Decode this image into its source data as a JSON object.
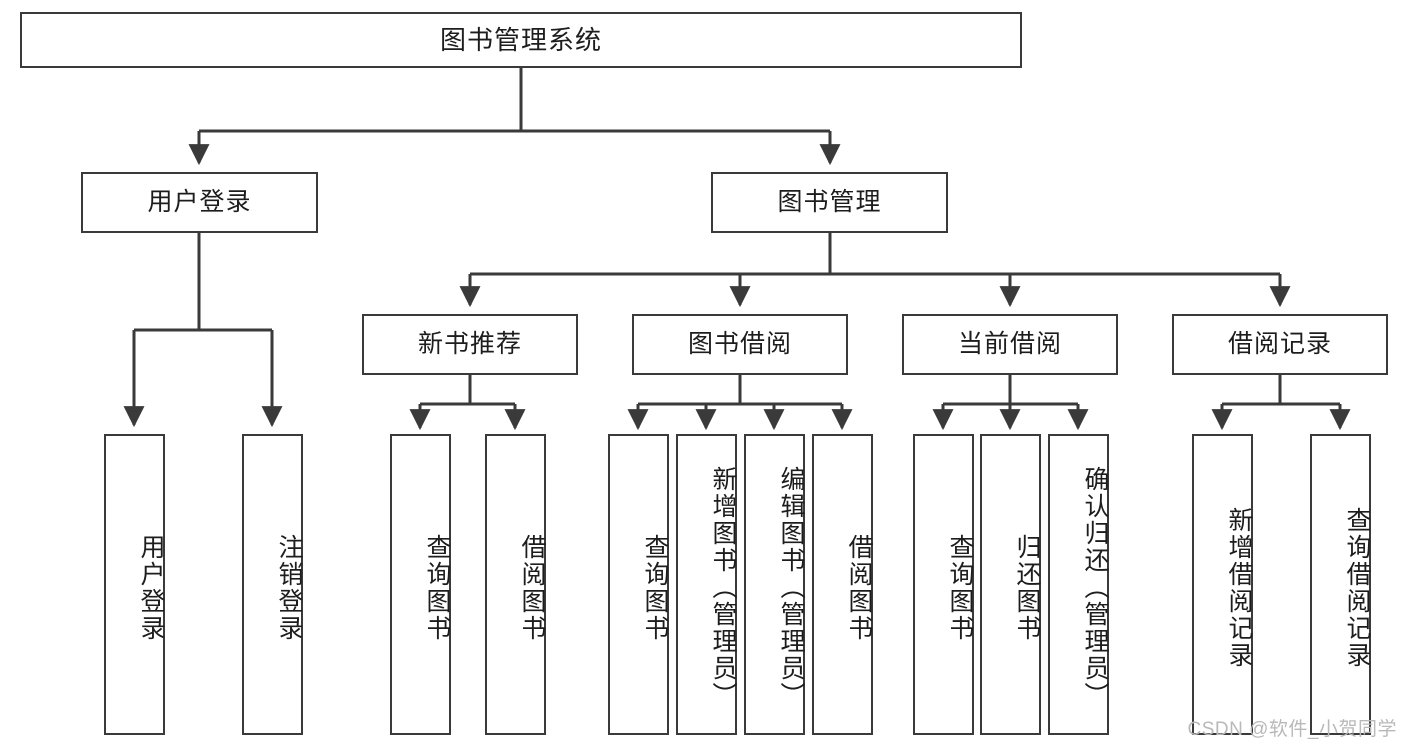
{
  "diagram": {
    "title": "图书管理系统",
    "type": "tree-hierarchy-chart",
    "root": {
      "label": "图书管理系统"
    },
    "level2": [
      {
        "id": "user-login",
        "label": "用户登录"
      },
      {
        "id": "book-management",
        "label": "图书管理"
      }
    ],
    "level3": [
      {
        "id": "new-book-recommend",
        "label": "新书推荐"
      },
      {
        "id": "book-borrow",
        "label": "图书借阅"
      },
      {
        "id": "current-borrow",
        "label": "当前借阅"
      },
      {
        "id": "borrow-record",
        "label": "借阅记录"
      }
    ],
    "leaves": {
      "user_login": [
        {
          "id": "leaf-user-login",
          "label": "用户登录"
        },
        {
          "id": "leaf-logout-login",
          "label": "注销登录"
        }
      ],
      "new_book_recommend": [
        {
          "id": "leaf-query-book-1",
          "label": "查询图书"
        },
        {
          "id": "leaf-borrow-book-1",
          "label": "借阅图书"
        }
      ],
      "book_borrow": [
        {
          "id": "leaf-query-book-2",
          "label": "查询图书"
        },
        {
          "id": "leaf-add-book",
          "label": "新增图书（管理员）"
        },
        {
          "id": "leaf-edit-book",
          "label": "编辑图书（管理员）"
        },
        {
          "id": "leaf-borrow-book-2",
          "label": "借阅图书"
        }
      ],
      "current_borrow": [
        {
          "id": "leaf-query-book-3",
          "label": "查询图书"
        },
        {
          "id": "leaf-return-book",
          "label": "归还图书"
        },
        {
          "id": "leaf-confirm-return",
          "label": "确认归还（管理员）"
        }
      ],
      "borrow_record": [
        {
          "id": "leaf-add-record",
          "label": "新增借阅记录"
        },
        {
          "id": "leaf-query-record",
          "label": "查询借阅记录"
        }
      ]
    }
  },
  "watermark": {
    "text": "CSDN @软件_小贺同学"
  },
  "colors": {
    "stroke": "#3a3a3a",
    "background": "#ffffff",
    "text": "#1d1d1d",
    "watermark": "#b9b9b9"
  }
}
